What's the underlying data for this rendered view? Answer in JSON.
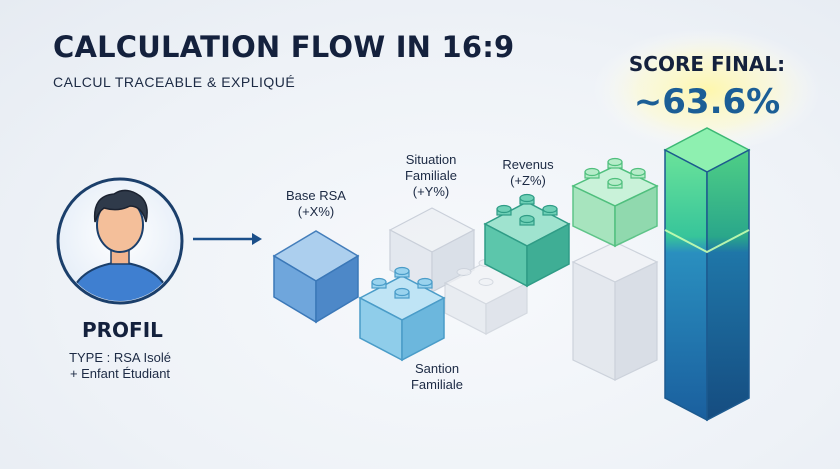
{
  "header": {
    "title": "CALCULATION FLOW IN 16:9",
    "subtitle": "CALCUL TRACEABLE & EXPLIQUÉ"
  },
  "profile": {
    "label": "PROFIL",
    "type_line": "TYPE : RSA Isolé",
    "extra_line": "+ Enfant Étudiant",
    "avatar_icon": "person-avatar-icon"
  },
  "flow": {
    "arrow_icon": "right-arrow-icon",
    "blocks": [
      {
        "lines": [
          "Base RSA",
          "(+X%)"
        ],
        "color": "#5b9bd5"
      },
      {
        "lines": [
          "Santion",
          "Familiale"
        ],
        "color": "#7fc6e8"
      },
      {
        "lines": [
          "Situation",
          "Familiale",
          "(+Y%)"
        ],
        "color": "#d8dde6"
      },
      {
        "lines": [
          "Revenus",
          "(+Z%)"
        ],
        "color": "#4bbfa6"
      }
    ]
  },
  "score": {
    "label": "SCORE FINAL:",
    "value": "~63.6%",
    "fill_percent": 63.6,
    "colors": {
      "top": "#5ce08f",
      "bottom": "#1f6fb4",
      "glow": "#fff7a8"
    }
  }
}
